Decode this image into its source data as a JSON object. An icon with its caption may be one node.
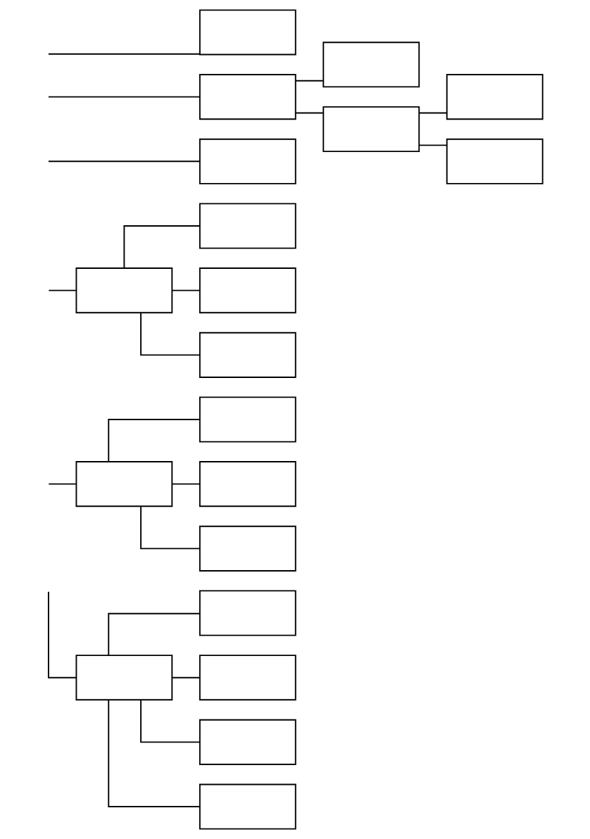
{
  "diagram": {
    "nodes": [
      {
        "text": [],
        "shape": "box"
      },
      {
        "text": [],
        "shape": "box"
      },
      {
        "text": [],
        "shape": "box"
      },
      {
        "text": [],
        "shape": "box"
      },
      {
        "text": [],
        "shape": "box"
      },
      {
        "text": [],
        "shape": "box"
      },
      {
        "text": [],
        "shape": "box"
      },
      {
        "text": [],
        "shape": "box"
      },
      {
        "text": [],
        "shape": "box"
      },
      {
        "text": [],
        "shape": "box"
      },
      {
        "text": [],
        "shape": "box"
      },
      {
        "text": [],
        "shape": "box"
      },
      {
        "text": [],
        "shape": "box"
      },
      {
        "text": [],
        "shape": "box"
      },
      {
        "text": [],
        "shape": "box"
      },
      {
        "text": [],
        "shape": "box"
      },
      {
        "text": [],
        "shape": "box"
      },
      {
        "text": [],
        "shape": "box"
      },
      {
        "text": [],
        "shape": "box"
      },
      {
        "text": [],
        "shape": "box"
      }
    ],
    "edges": [
      {
        "from": null,
        "to": 0,
        "arrow": "none"
      },
      {
        "from": null,
        "to": 1,
        "arrow": "none"
      },
      {
        "from": 1,
        "to": 2,
        "arrow": "none"
      },
      {
        "from": 1,
        "to": 3,
        "arrow": "none"
      },
      {
        "from": 3,
        "to": 4,
        "arrow": "none"
      },
      {
        "from": 3,
        "to": 5,
        "arrow": "none"
      },
      {
        "from": null,
        "to": 6,
        "arrow": "none"
      },
      {
        "from": null,
        "to": 7,
        "arrow": "none"
      },
      {
        "from": 7,
        "to": 8,
        "arrow": "none"
      },
      {
        "from": 7,
        "to": 9,
        "arrow": "none"
      },
      {
        "from": 7,
        "to": 10,
        "arrow": "none"
      },
      {
        "from": null,
        "to": 11,
        "arrow": "none"
      },
      {
        "from": 11,
        "to": 12,
        "arrow": "none"
      },
      {
        "from": 11,
        "to": 13,
        "arrow": "none"
      },
      {
        "from": 11,
        "to": 14,
        "arrow": "none"
      },
      {
        "from": null,
        "to": 15,
        "arrow": "none"
      },
      {
        "from": 15,
        "to": 16,
        "arrow": "none"
      },
      {
        "from": 15,
        "to": 17,
        "arrow": "none"
      },
      {
        "from": 15,
        "to": 18,
        "arrow": "none"
      },
      {
        "from": 15,
        "to": 19,
        "arrow": "none"
      }
    ]
  }
}
